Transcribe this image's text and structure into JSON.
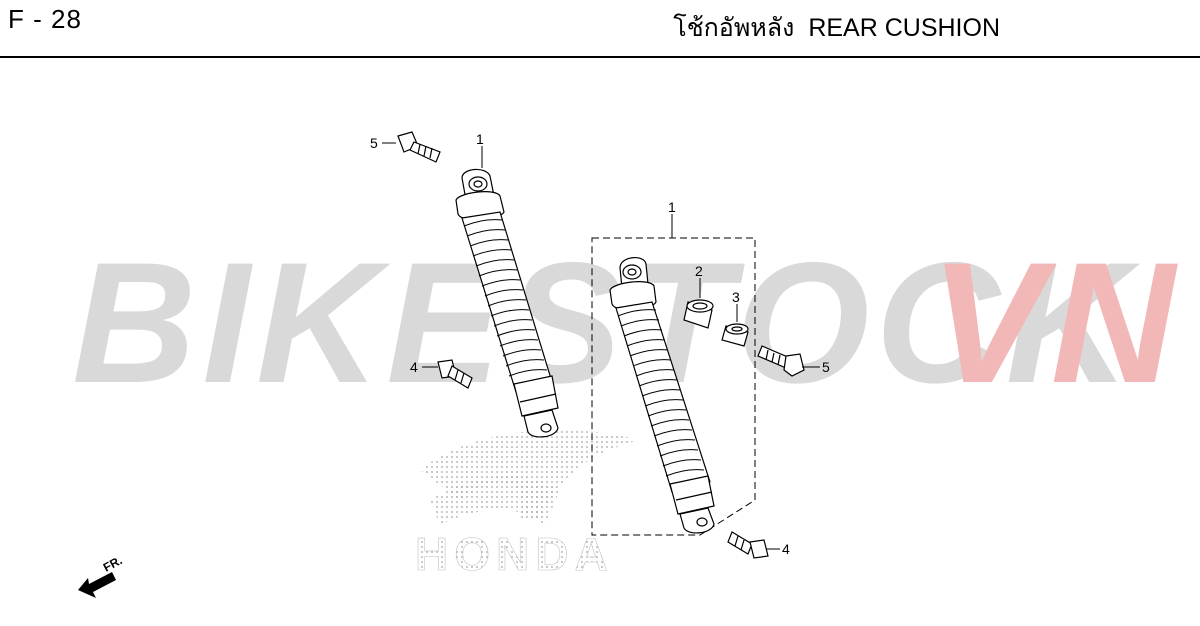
{
  "header": {
    "page_code": "F - 28",
    "title_thai": "โช้กอัพหลัง",
    "title_en": "REAR CUSHION"
  },
  "watermark": {
    "text_main": "BIKESTOCK",
    "text_accent": "VN",
    "color_main": "#d9d9d9",
    "color_accent": "#f2b8b8"
  },
  "logo": {
    "text": "HONDA"
  },
  "direction_marker": {
    "label": "FR."
  },
  "callouts": [
    {
      "id": "c1a",
      "number": "1"
    },
    {
      "id": "c1b",
      "number": "1"
    },
    {
      "id": "c2",
      "number": "2"
    },
    {
      "id": "c3",
      "number": "3"
    },
    {
      "id": "c4a",
      "number": "4"
    },
    {
      "id": "c4b",
      "number": "4"
    },
    {
      "id": "c5a",
      "number": "5"
    },
    {
      "id": "c5b",
      "number": "5"
    }
  ],
  "colors": {
    "line": "#000000",
    "part_fill": "#ffffff",
    "accent": "#e06060"
  }
}
